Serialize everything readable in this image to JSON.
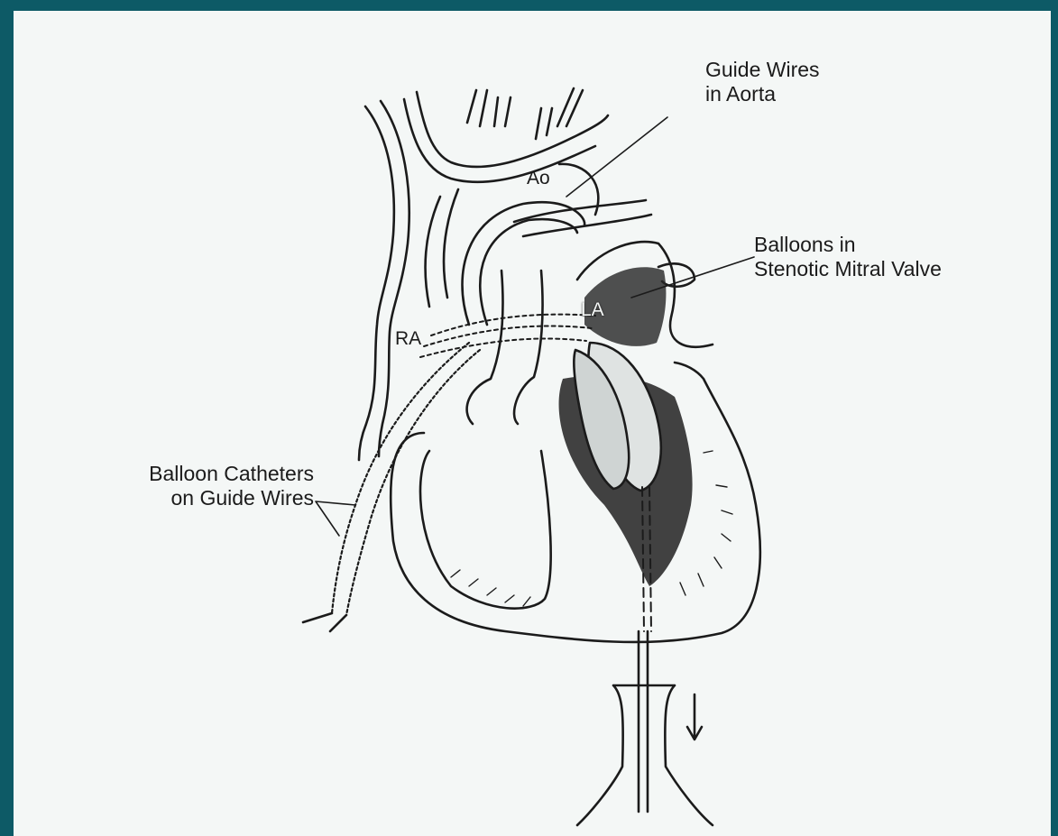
{
  "colors": {
    "frame": "#0d5a66",
    "paper": "#f4f7f6",
    "ink": "#1b1b1b"
  },
  "labels": {
    "guide_wires_aorta": [
      "Guide Wires",
      "in Aorta"
    ],
    "balloons_mitral": [
      "Balloons in",
      "Stenotic Mitral Valve"
    ],
    "balloon_catheters": [
      "Balloon Catheters",
      "on Guide Wires"
    ],
    "ao": "Ao",
    "ra": "RA",
    "la": "LA"
  },
  "icons": [
    "down-arrow-icon"
  ]
}
